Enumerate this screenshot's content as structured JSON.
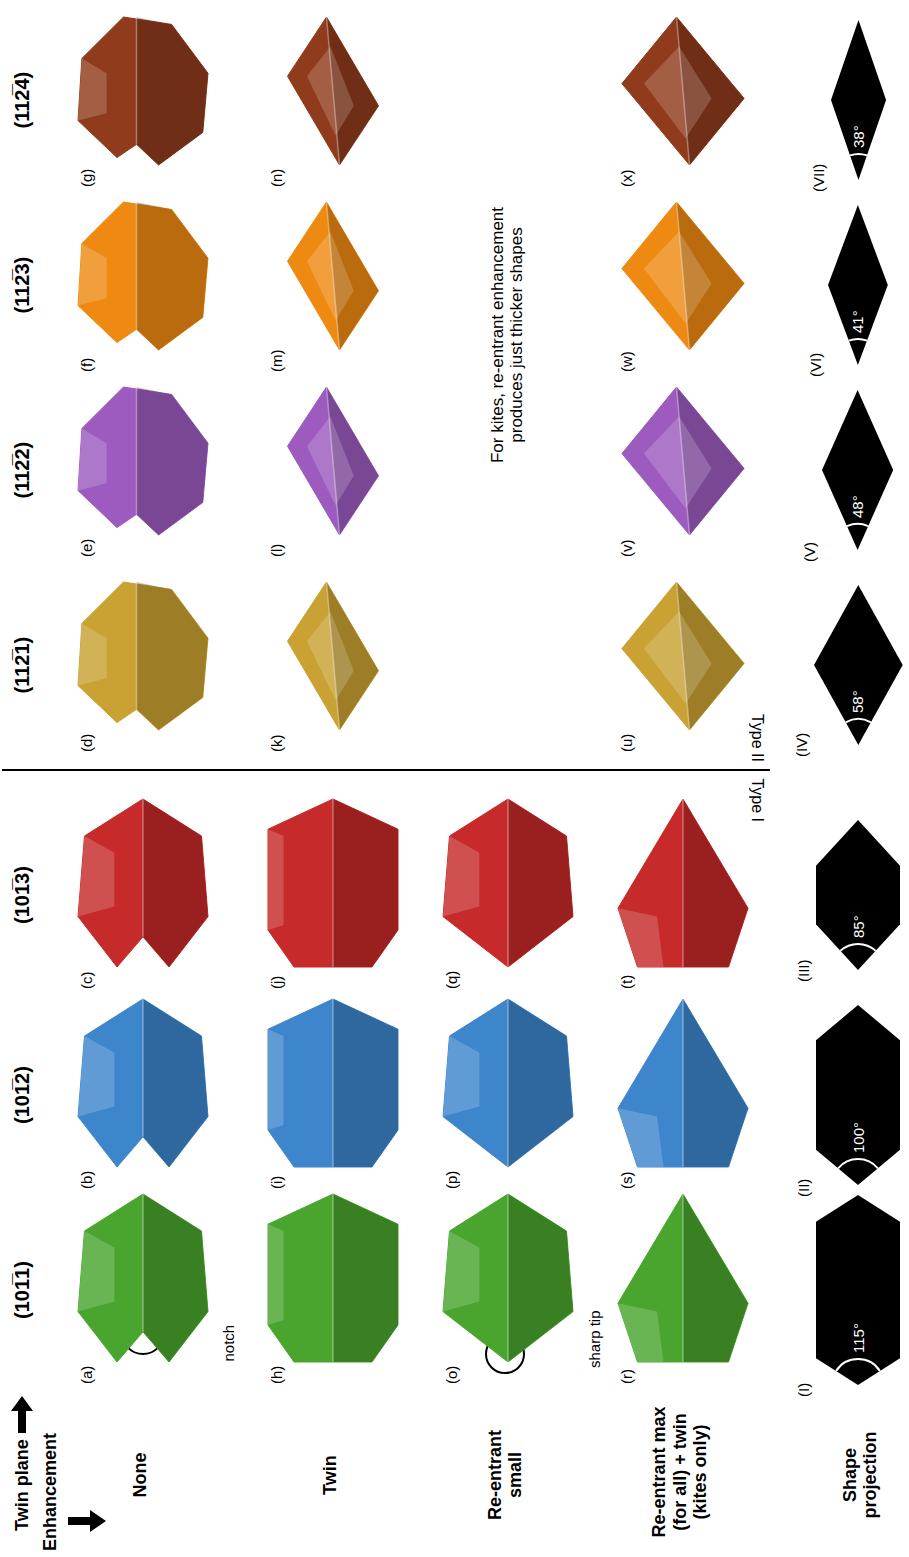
{
  "diagram": {
    "nodes": [
      {
        "text": [
          "(I)",
          "115°"
        ]
      },
      {
        "text": [
          "(II)",
          "100°"
        ]
      },
      {
        "text": [
          "(III)",
          "85°"
        ]
      },
      {
        "text": [
          "(IV)",
          "58°"
        ]
      },
      {
        "text": [
          "(V)",
          "48°"
        ]
      },
      {
        "text": [
          "(VI)",
          "41°"
        ]
      },
      {
        "text": [
          "(VII)",
          "38°"
        ]
      }
    ],
    "labels": [
      "Twin plane",
      "Enhancement",
      "(101̅1)",
      "(101̅2)",
      "(101̅3)",
      "(112̅1)",
      "(112̅2)",
      "(112̅3)",
      "(112̅4)",
      "None",
      "Twin",
      "Re-entrant small",
      "Re-entrant max (for all) + twin (kites only)",
      "Shape projection",
      "Type I",
      "Type II",
      "(a)",
      "(b)",
      "(c)",
      "(d)",
      "(e)",
      "(f)",
      "(g)",
      "notch",
      "(h)",
      "(i)",
      "(j)",
      "(k)",
      "(l)",
      "(m)",
      "(n)",
      "(o)",
      "(p)",
      "(q)",
      "sharp tip",
      "For kites, re-entrant enhancement produces just thicker shapes",
      "(r)",
      "(s)",
      "(t)",
      "(u)",
      "(v)",
      "(w)",
      "(x)"
    ]
  }
}
